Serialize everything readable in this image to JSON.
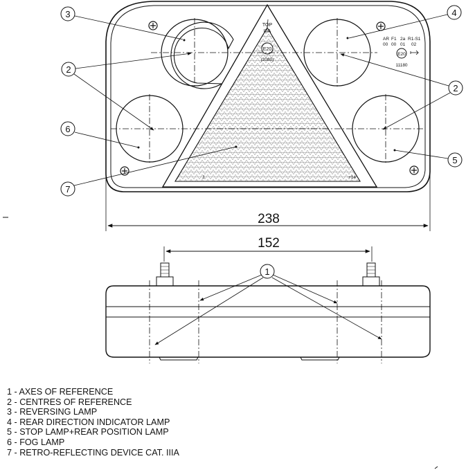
{
  "callouts": {
    "c1": "1",
    "c2": "2",
    "c3": "3",
    "c4": "4",
    "c5": "5",
    "c6": "6",
    "c7": "7"
  },
  "dimensions": {
    "overall_width": "238",
    "mount_spacing": "152"
  },
  "markings": {
    "top": "TOP",
    "class": "IIIA",
    "approval_mark": "E20",
    "approval_number": "(2080)",
    "codes_row1": [
      "AR",
      "F1",
      "2a",
      "R1-S1"
    ],
    "codes_row2": [
      "00",
      "00",
      "01",
      "02"
    ],
    "e_mark": "E20",
    "number": "11180",
    "small_left": "J",
    "small_right": "+14"
  },
  "legend": [
    "1 - AXES OF REFERENCE",
    "2 - CENTRES OF REFERENCE",
    "3 - REVERSING LAMP",
    "4 - REAR DIRECTION INDICATOR LAMP",
    "5 - STOP LAMP+REAR POSITION LAMP",
    "6 - FOG LAMP",
    "7 - RETRO-REFLECTING DEVICE CAT. IIIA"
  ]
}
